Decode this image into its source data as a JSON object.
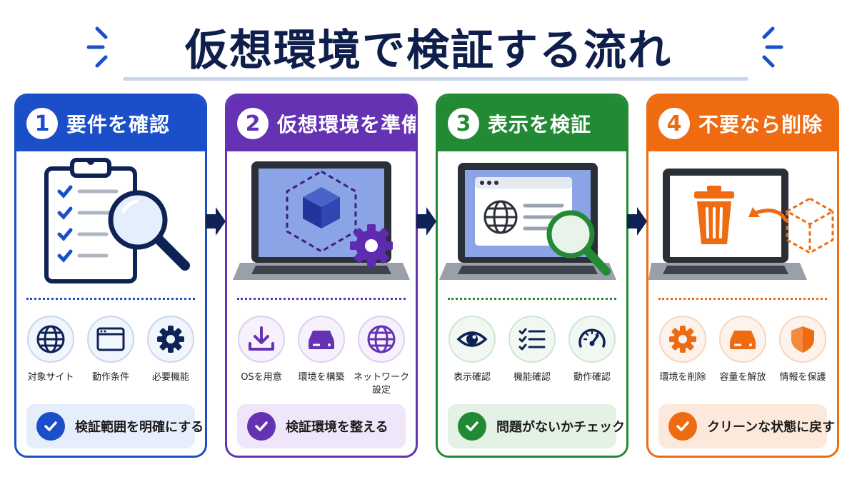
{
  "title": "仮想環境で検証する流れ",
  "colors": {
    "title": "#0f1f4b",
    "blue": "#1a4fc9",
    "purple": "#6532b3",
    "green": "#228a34",
    "orange": "#ee6b11",
    "arrow": "#0f2256"
  },
  "steps": [
    {
      "number": "1",
      "label": "要件を確認",
      "illustration": "clipboard-magnifier",
      "icons": [
        {
          "name": "globe-icon",
          "label": "対象サイト"
        },
        {
          "name": "browser-window-icon",
          "label": "動作条件"
        },
        {
          "name": "gear-icon",
          "label": "必要機能"
        }
      ],
      "result": "検証範囲を明確にする"
    },
    {
      "number": "2",
      "label": "仮想環境を準備",
      "illustration": "laptop-cube-gear",
      "icons": [
        {
          "name": "download-icon",
          "label": "OSを用意"
        },
        {
          "name": "drive-icon",
          "label": "環境を構築"
        },
        {
          "name": "globe-icon",
          "label": "ネットワーク\n設定"
        }
      ],
      "result": "検証環境を整える"
    },
    {
      "number": "3",
      "label": "表示を検証",
      "illustration": "laptop-browser-magnifier",
      "icons": [
        {
          "name": "eye-icon",
          "label": "表示確認"
        },
        {
          "name": "checklist-icon",
          "label": "機能確認"
        },
        {
          "name": "gauge-icon",
          "label": "動作確認"
        }
      ],
      "result": "問題がないかチェック"
    },
    {
      "number": "4",
      "label": "不要なら削除",
      "illustration": "laptop-trash",
      "icons": [
        {
          "name": "gear-icon",
          "label": "環境を削除"
        },
        {
          "name": "drive-icon",
          "label": "容量を解放"
        },
        {
          "name": "shield-icon",
          "label": "情報を保護"
        }
      ],
      "result": "クリーンな状態に戻す"
    }
  ]
}
